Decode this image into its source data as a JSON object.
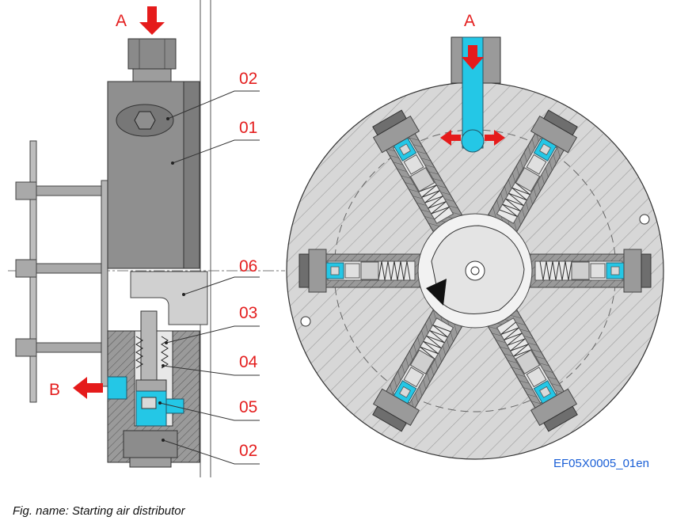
{
  "colors": {
    "label_red": "#e41e1e",
    "arrow_red": "#e51b1b",
    "air_cyan": "#24c7e6",
    "body_gray": "#8f8f8f",
    "disc_gray": "#d7d7d7",
    "code_blue": "#1a5fd6"
  },
  "labels": {
    "a_left": "A",
    "a_right": "A",
    "b": "B",
    "p02_top": "02",
    "p01": "01",
    "p06": "06",
    "p03": "03",
    "p04": "04",
    "p05": "05",
    "p02_bottom": "02"
  },
  "figure_code": "EF05X0005_01en",
  "caption": "Fig. name: Starting air distributor"
}
